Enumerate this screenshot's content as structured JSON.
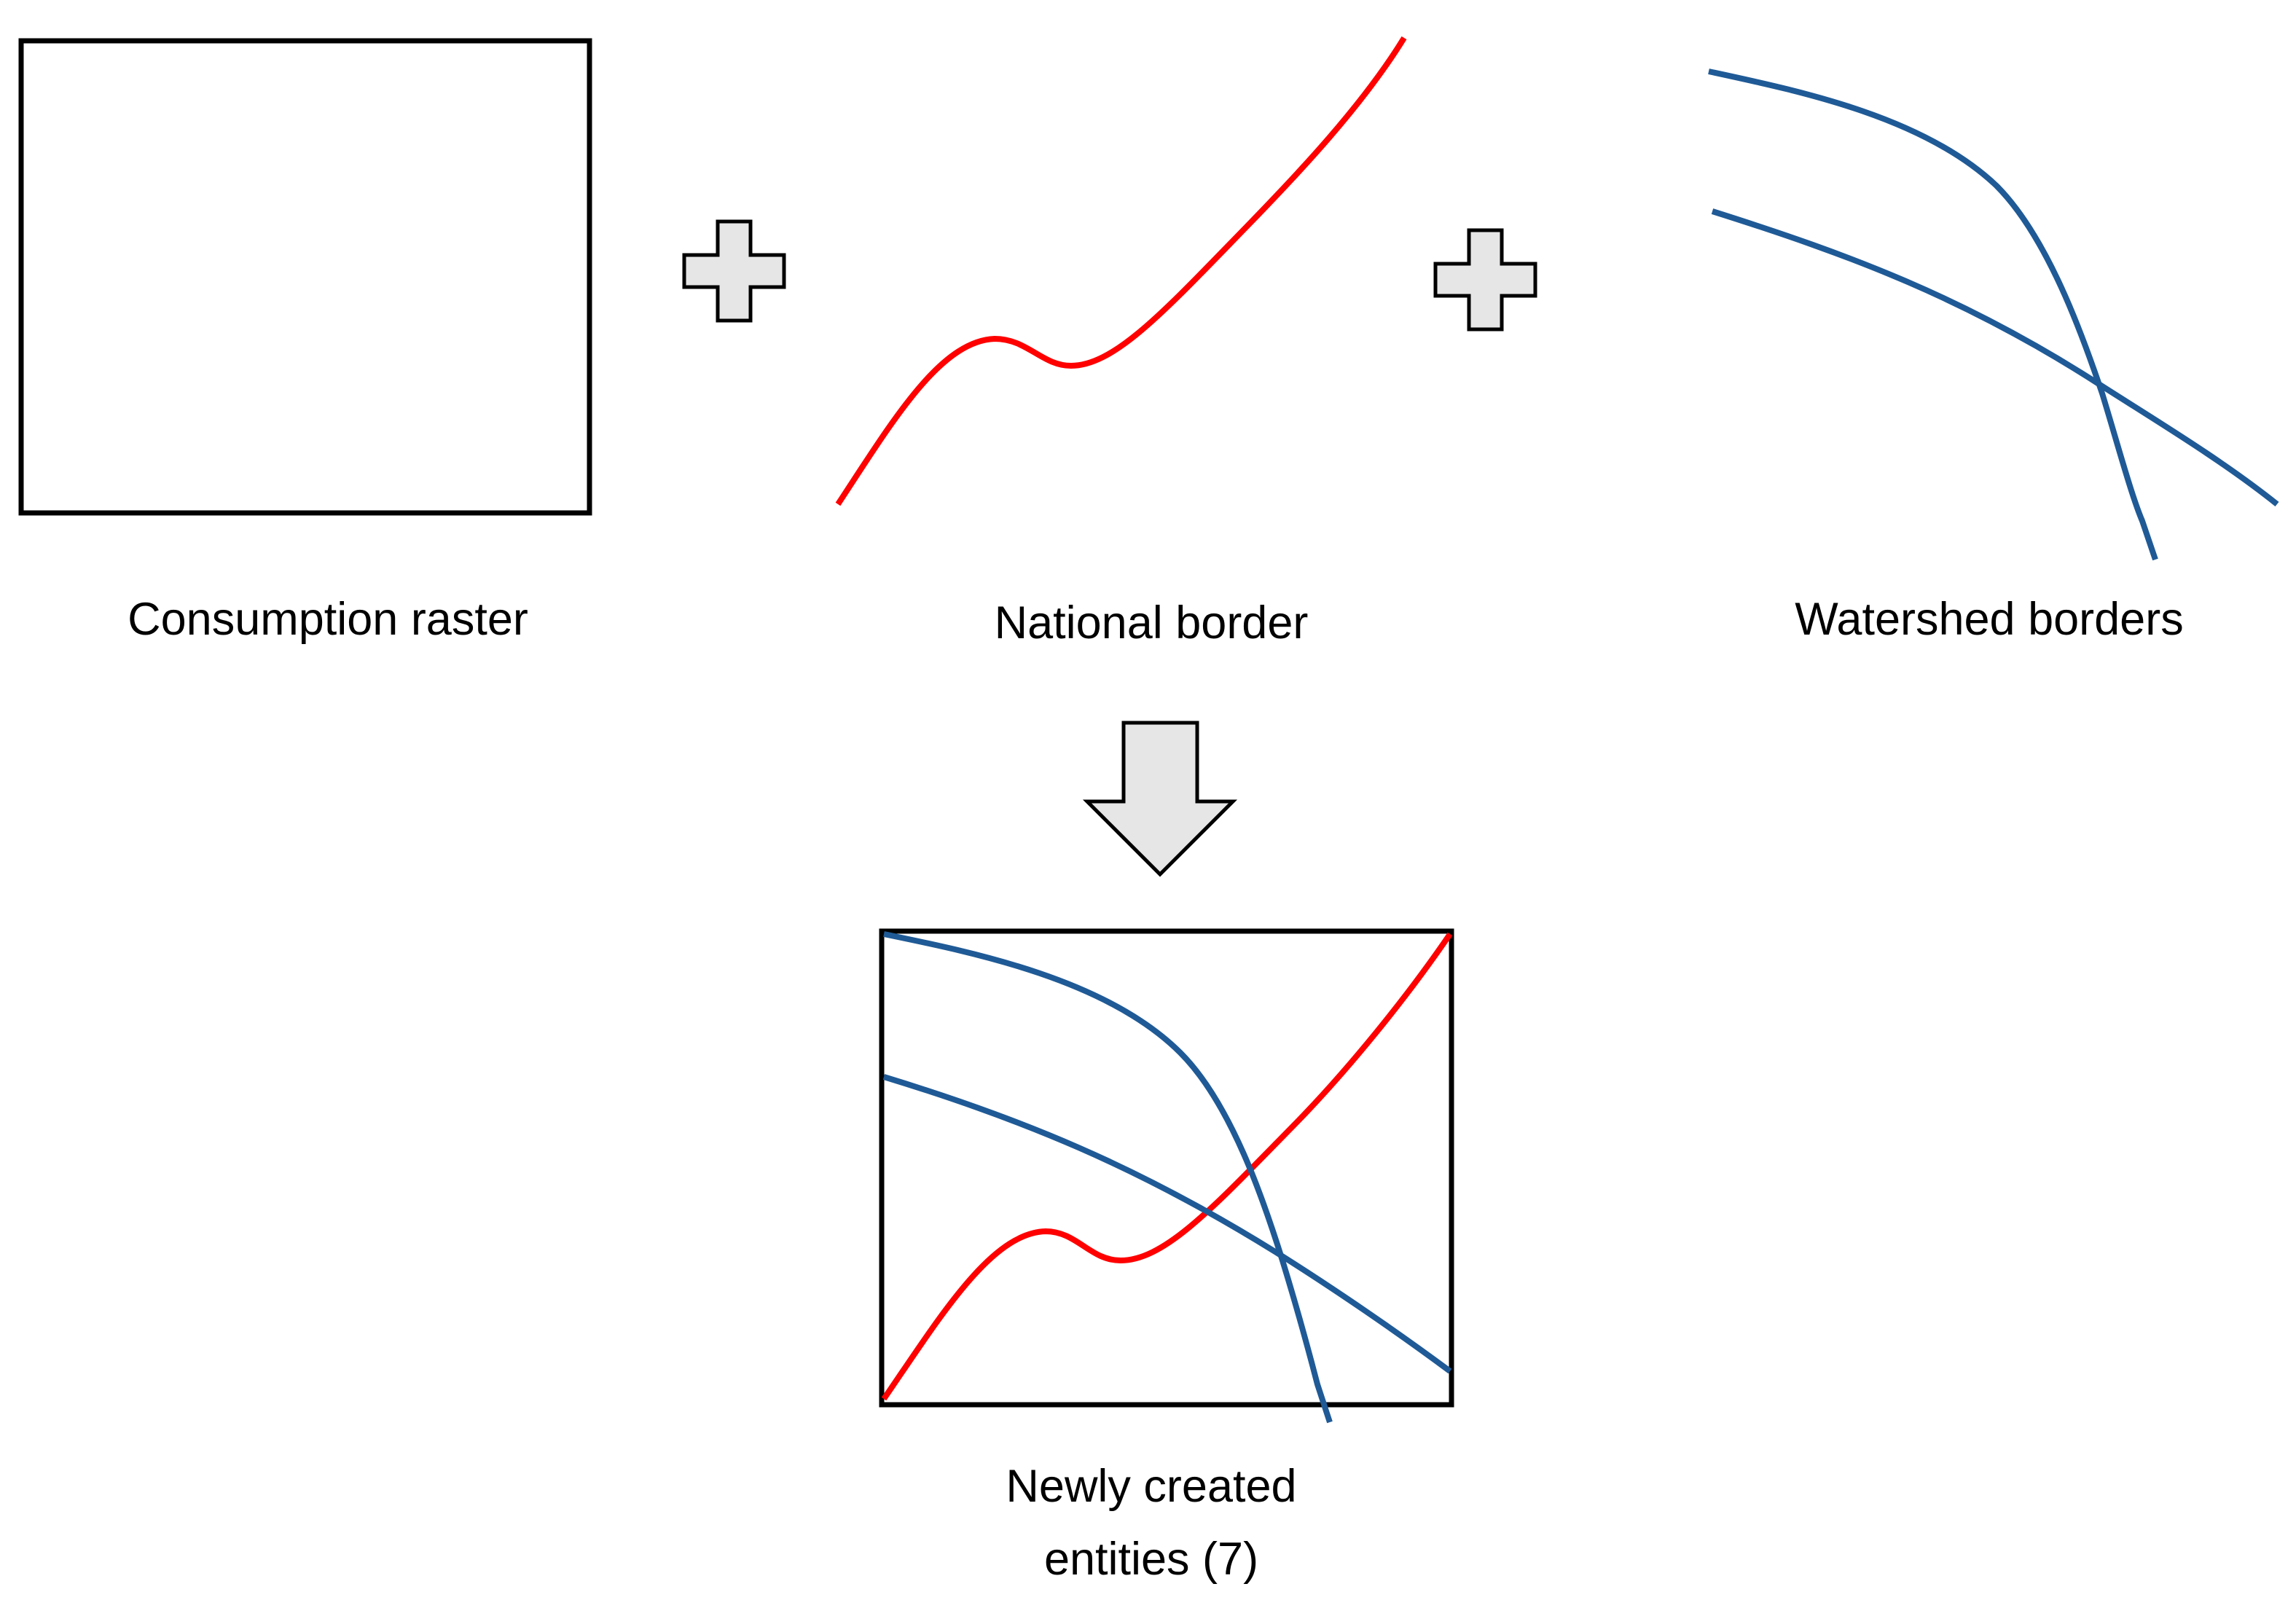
{
  "labels": {
    "consumption_raster": "Consumption raster",
    "national_border": "National border",
    "watershed_borders": "Watershed borders",
    "result_line1": "Newly created",
    "result_line2": "entities (7)"
  },
  "colors": {
    "raster_frame": "#000000",
    "national_border": "#ff0000",
    "watershed_borders": "#1f5a96",
    "operator_fill": "#e6e6e6",
    "operator_stroke": "#000000"
  },
  "icons": {
    "plus_1": "plus-icon",
    "plus_2": "plus-icon",
    "result_arrow": "down-arrow-icon"
  }
}
